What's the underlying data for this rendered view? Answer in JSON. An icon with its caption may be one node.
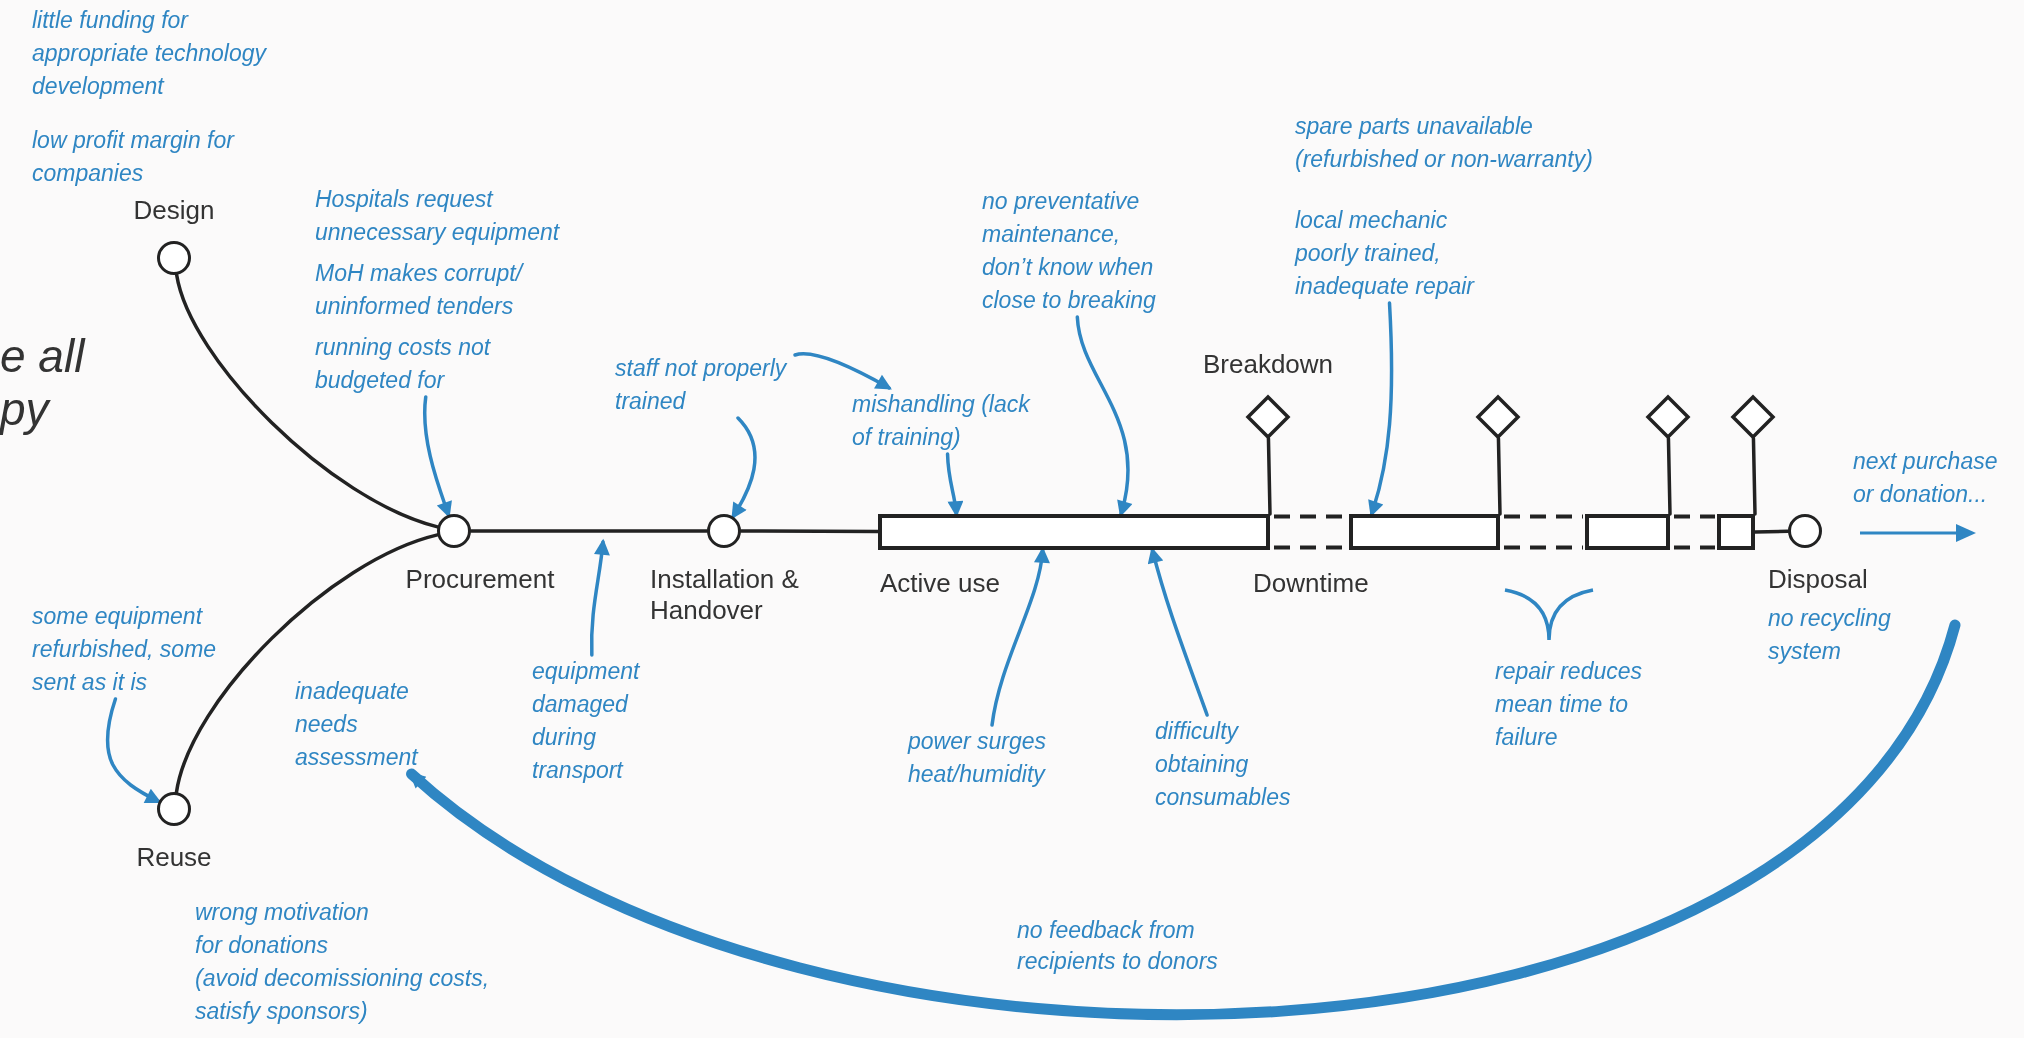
{
  "diagram": {
    "nodes": [
      {
        "text": [
          "Design"
        ],
        "beside": [
          "little funding for appropriate technology development",
          "low profit margin for companies"
        ]
      },
      {
        "text": [
          "Procurement"
        ]
      },
      {
        "text": [
          "Installation & Handover"
        ]
      },
      {
        "text": [
          "Active use"
        ]
      },
      {
        "text": [
          "Breakdown"
        ]
      },
      {
        "text": [
          "Downtime"
        ]
      },
      {
        "text": [],
        "shape": "bar"
      },
      {
        "text": [],
        "shape": "diamond"
      },
      {
        "text": [],
        "shape": "band"
      },
      {
        "text": [],
        "shape": "bar"
      },
      {
        "text": [],
        "shape": "diamond"
      },
      {
        "text": [],
        "shape": "band"
      },
      {
        "text": [],
        "shape": "bar"
      },
      {
        "text": [],
        "shape": "diamond"
      },
      {
        "text": [
          "Disposal"
        ],
        "beside": [
          "no recycling system"
        ]
      },
      {
        "text": [
          "Reuse"
        ],
        "beside": [
          "wrong motivation for donations",
          "(avoid decomissioning costs, satisfy sponsors)"
        ]
      },
      {
        "text": [
          "Hospitals request unnecessary equipment",
          "MoH makes corrupt/ uninformed tenders",
          "running costs not budgeted for"
        ]
      },
      {
        "text": [
          "staff not properly trained"
        ]
      },
      {
        "text": [
          "mishandling (lack of training)"
        ]
      },
      {
        "text": [
          "no preventative maintenance, don’t know when close to breaking"
        ]
      },
      {
        "text": [
          "equipment damaged during transport"
        ]
      },
      {
        "text": [
          "power surges heat/humidity"
        ]
      },
      {
        "text": [
          "difficulty obtaining consumables"
        ]
      },
      {
        "text": [
          "spare parts unavailable (refurbished or non-warranty)",
          "local mechanic poorly trained, inadequate repair"
        ]
      },
      {
        "text": [
          "repair reduces mean time to failure"
        ]
      },
      {
        "text": [
          "some equipment refurbished, some sent as it is"
        ]
      },
      {
        "text": [
          "inadequate needs assessment"
        ]
      }
    ],
    "edges": [
      {
        "from": 0,
        "to": 1,
        "arrow": "none",
        "color": "#222222"
      },
      {
        "from": 15,
        "to": 1,
        "arrow": "none",
        "color": "#222222"
      },
      {
        "from": 1,
        "to": 2,
        "arrow": "none",
        "color": "#222222"
      },
      {
        "from": 2,
        "to": 3,
        "arrow": "none",
        "color": "#222222"
      },
      {
        "from": 3,
        "to": 4,
        "arrow": "none",
        "color": "#222222"
      },
      {
        "from": 6,
        "to": 7,
        "arrow": "none",
        "color": "#222222"
      },
      {
        "from": 9,
        "to": 10,
        "arrow": "none",
        "color": "#222222"
      },
      {
        "from": 12,
        "to": 13,
        "arrow": "none",
        "color": "#222222"
      },
      {
        "from": 12,
        "to": 14,
        "arrow": "none",
        "color": "#222222"
      },
      {
        "from": 16,
        "to": 1,
        "arrow": "to"
      },
      {
        "from": 20,
        "to": null,
        "arrow": "to"
      },
      {
        "from": 17,
        "to": 2,
        "arrow": "to"
      },
      {
        "from": 17,
        "to": 18,
        "arrow": "to"
      },
      {
        "from": 18,
        "to": 3,
        "arrow": "to"
      },
      {
        "from": 19,
        "to": 3,
        "arrow": "to"
      },
      {
        "from": 21,
        "to": 3,
        "arrow": "to"
      },
      {
        "from": 22,
        "to": 3,
        "arrow": "to"
      },
      {
        "from": 23,
        "to": 6,
        "arrow": "to"
      },
      {
        "from": 25,
        "to": 15,
        "arrow": "to"
      },
      {
        "from": null,
        "to": 26,
        "arrow": "to",
        "label": "no feedback from recipients to donors",
        "style": "thick"
      }
    ],
    "labels": [
      "e all py",
      "next purchase or donation..."
    ]
  }
}
